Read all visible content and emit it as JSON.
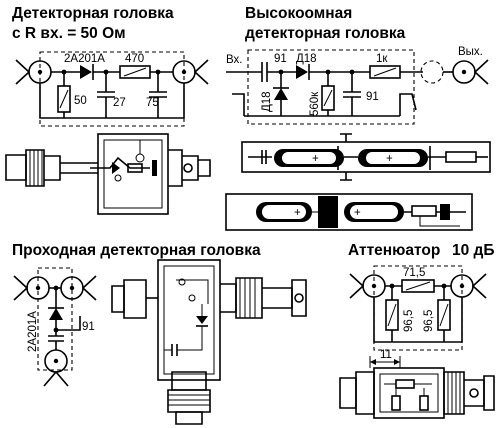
{
  "titles": {
    "detector_50": "Детекторная головка",
    "detector_50_sub": "с R вх. = 50 Ом",
    "high_ohm": "Высокоомная",
    "high_ohm_sub": "детекторная головка",
    "pass_through": "Проходная детекторная головка",
    "attenuator": "Аттенюатор",
    "attenuator_value": "10 дБ"
  },
  "labels": {
    "diode_50": "2A201A",
    "res_470": "470",
    "res_50": "50",
    "cap_27": "27",
    "cap_75": "75",
    "input": "Вх.",
    "output": "Вых.",
    "cap_91_top": "91",
    "diode_d18_top": "Д18",
    "diode_d18_side": "Д18",
    "res_1k": "1к",
    "res_560k": "560к",
    "cap_91_right": "91",
    "diode_pass": "2A201A",
    "cap_pass": "91",
    "res_71_5": "71,5",
    "res_96_5_left": "96,5",
    "res_96_5_right": "96,5",
    "dim_11": "11"
  },
  "colors": {
    "ink": "#000000",
    "paper": "#ffffff"
  }
}
